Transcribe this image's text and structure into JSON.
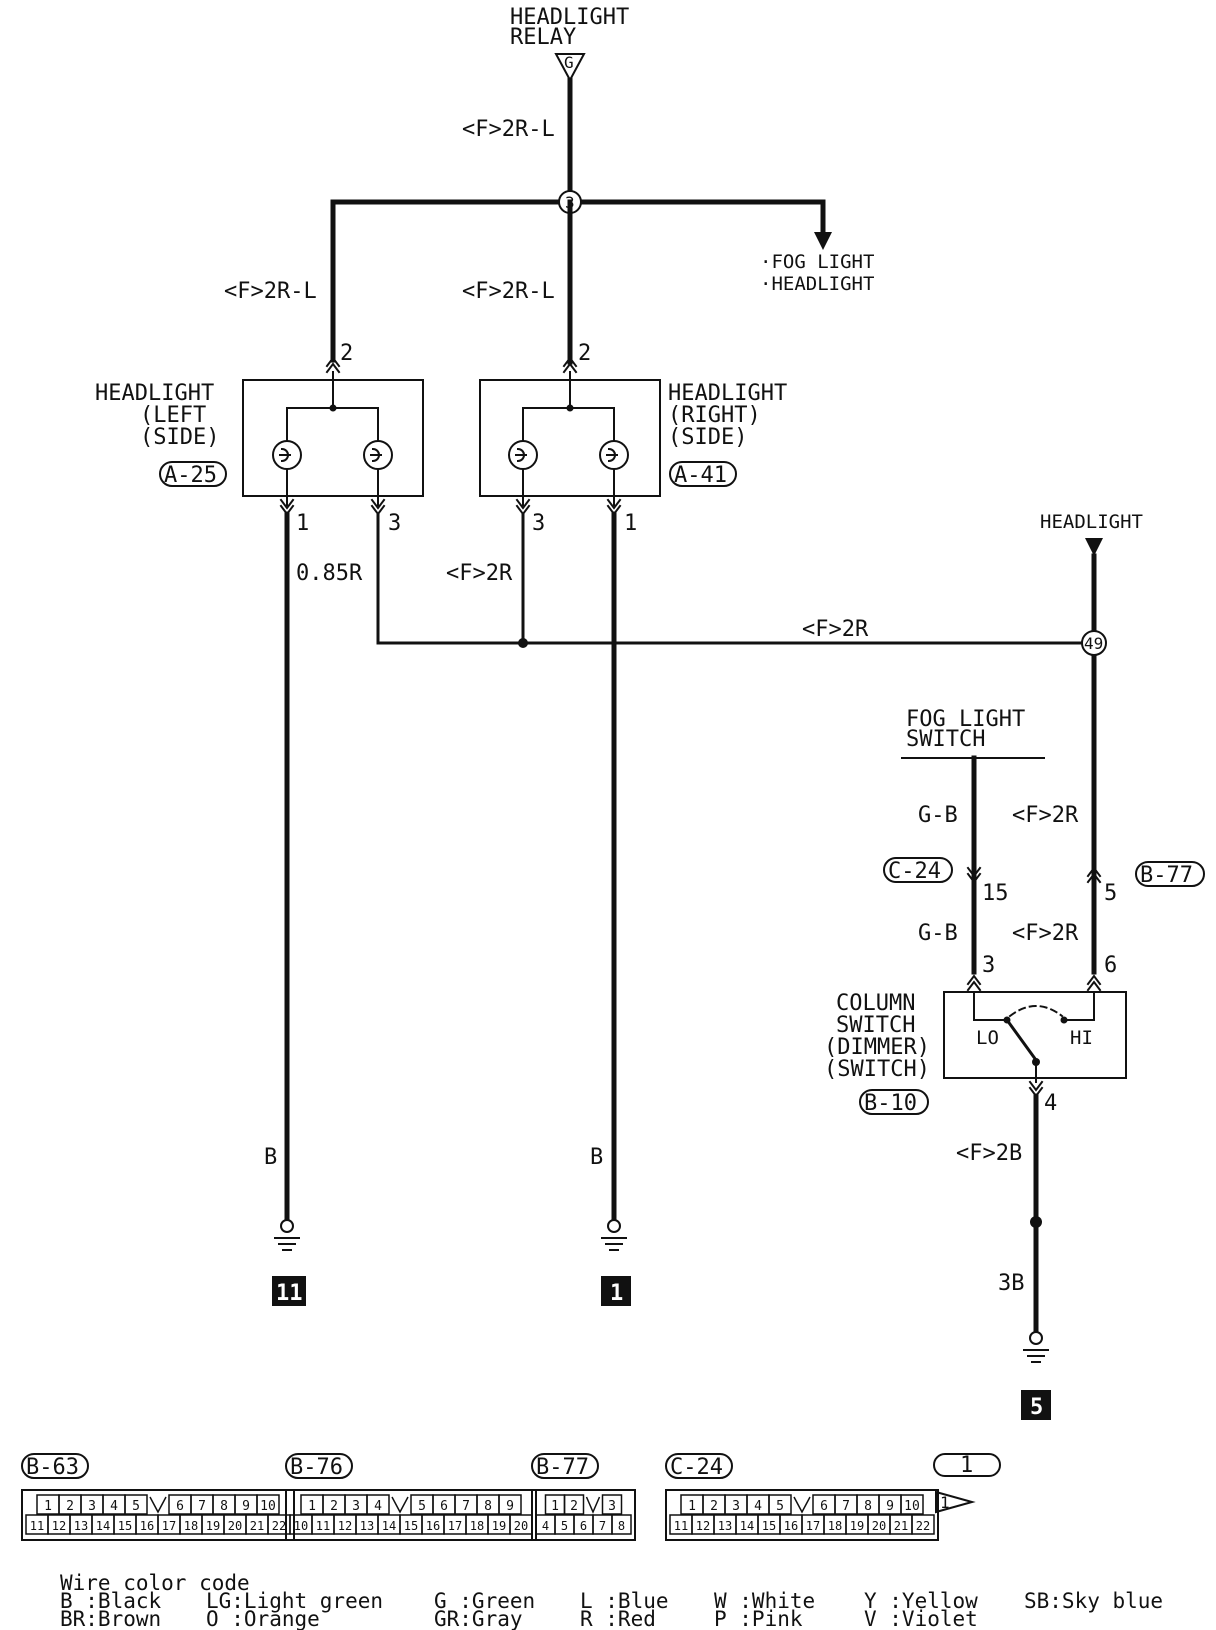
{
  "relay": {
    "title_line1": "HEADLIGHT",
    "title_line2": "RELAY",
    "terminal": "G"
  },
  "wires": {
    "relay_feed": "<F>2R-L",
    "left_feed": "<F>2R-L",
    "right_feed": "<F>2R-L",
    "left_pin3": "0.85R",
    "right_pin3": "<F>2R",
    "common_bus": "<F>2R",
    "fog_gb_upper": "G-B",
    "hl_f2r_upper": "<F>2R",
    "fog_gb_lower": "G-B",
    "hl_f2r_lower": "<F>2R",
    "dimmer_out": "<F>2B",
    "ground_3b": "3B",
    "left_ground": "B",
    "right_ground": "B"
  },
  "junctions": {
    "top": "3",
    "bus": "49"
  },
  "branch_to": {
    "line1": "FOG LIGHT",
    "line2": "HEADLIGHT"
  },
  "headlight_feed_label": "HEADLIGHT",
  "headlight_left": {
    "line1": "HEADLIGHT",
    "line2": "LEFT",
    "line3": "SIDE",
    "connector": "A-25",
    "pin_top": "2",
    "pin_a": "1",
    "pin_b": "3"
  },
  "headlight_right": {
    "line1": "HEADLIGHT",
    "line2": "RIGHT",
    "line3": "SIDE",
    "connector": "A-41",
    "pin_top": "2",
    "pin_a": "3",
    "pin_b": "1"
  },
  "fog_switch": {
    "line1": "FOG LIGHT",
    "line2": "SWITCH"
  },
  "connectors": {
    "c24": "C-24",
    "b77": "B-77",
    "pin15": "15",
    "pin5": "5"
  },
  "column_switch": {
    "line1": "COLUMN",
    "line2": "SWITCH",
    "line3": "DIMMER",
    "line4": "SWITCH",
    "connector": "B-10",
    "pin3": "3",
    "pin6": "6",
    "pin4": "4",
    "lo": "LO",
    "hi": "HI"
  },
  "grounds": {
    "left": "11",
    "right": "1",
    "dimmer": "5"
  },
  "connector_panels": {
    "b63": {
      "label": "B-63",
      "row1": [
        "1",
        "2",
        "3",
        "4",
        "5",
        "6",
        "7",
        "8",
        "9",
        "10"
      ],
      "row2": [
        "11",
        "12",
        "13",
        "14",
        "15",
        "16",
        "17",
        "18",
        "19",
        "20",
        "21",
        "22"
      ]
    },
    "b76": {
      "label": "B-76",
      "row1": [
        "1",
        "2",
        "3",
        "4",
        "5",
        "6",
        "7",
        "8",
        "9"
      ],
      "row2": [
        "10",
        "11",
        "12",
        "13",
        "14",
        "15",
        "16",
        "17",
        "18",
        "19",
        "20"
      ]
    },
    "b77": {
      "label": "B-77",
      "row1": [
        "1",
        "2",
        "3"
      ],
      "row2": [
        "4",
        "5",
        "6",
        "7",
        "8"
      ]
    },
    "c24": {
      "label": "C-24",
      "row1": [
        "1",
        "2",
        "3",
        "4",
        "5",
        "6",
        "7",
        "8",
        "9",
        "10"
      ],
      "row2": [
        "11",
        "12",
        "13",
        "14",
        "15",
        "16",
        "17",
        "18",
        "19",
        "20",
        "21",
        "22"
      ]
    },
    "ref": {
      "label": "1",
      "arrow_label": "1"
    }
  },
  "legend": {
    "title": "Wire color code",
    "items": [
      "B :Black",
      "BR:Brown",
      "LG:Light green",
      "O :Orange",
      "G :Green",
      "GR:Gray",
      "L :Blue",
      "R :Red",
      "W :White",
      "P :Pink",
      "Y :Yellow",
      "V :Violet",
      "SB:Sky blue"
    ]
  }
}
